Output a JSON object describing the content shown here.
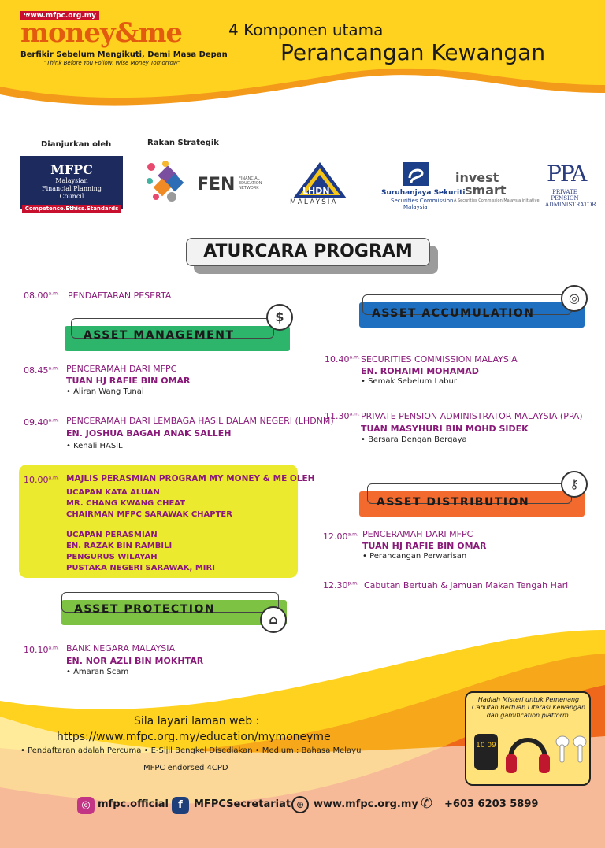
{
  "header": {
    "logo_url": "www.mfpc.org.my",
    "logo_name": "money&me",
    "logo_prefix": "MY",
    "tagline": "Berfikir Sebelum Mengikuti, Demi Masa Depan",
    "tagline_en": "\"Think Before You Follow, Wise Money Tomorrow\"",
    "title_line1": "4 Komponen utama",
    "title_line2": "Perancangan Kewangan"
  },
  "partners": {
    "organized_by_label": "Dianjurkan oleh",
    "strategic_label": "Rakan Strategik",
    "mfpc": {
      "name": "MFPC",
      "full": "Malaysian Financial Planning Council",
      "motto": "Competence.Ethics.Standards"
    },
    "fen": {
      "name": "FEN",
      "sub": "FINANCIAL EDUCATION NETWORK"
    },
    "lhdn": {
      "name": "LHDN",
      "country": "MALAYSIA"
    },
    "sc": {
      "name": "Suruhanjaya Sekuriti",
      "en": "Securities Commission",
      "country": "Malaysia"
    },
    "invest": {
      "line1": "invest",
      "line2": "smart",
      "sub": "A Securities Commission Malaysia initiative"
    },
    "ppa": {
      "abbr": "PPA",
      "full": "PRIVATE PENSION ADMINISTRATOR"
    }
  },
  "program_title": "ATURCARA PROGRAM",
  "sections": {
    "management": "ASSET MANAGEMENT",
    "accumulation": "ASSET ACCUMULATION",
    "distribution": "ASSET DISTRIBUTION",
    "protection": "ASSET PROTECTION"
  },
  "left": {
    "r1": {
      "time": "08.00",
      "ampm": "a.m.",
      "act": "PENDAFTARAN PESERTA"
    },
    "r2": {
      "time": "08.45",
      "ampm": "a.m.",
      "act": "PENCERAMAH DARI MFPC",
      "spk": "TUAN HJ RAFIE BIN OMAR",
      "bul": "• Aliran Wang Tunai"
    },
    "r3": {
      "time": "09.40",
      "ampm": "a.m.",
      "act": "PENCERAMAH DARI LEMBAGA HASIL DALAM NEGERI (LHDNM)",
      "spk": "EN. JOSHUA BAGAH ANAK SALLEH",
      "bul": "• Kenali HASiL"
    },
    "r4": {
      "time": "10.00",
      "ampm": "a.m.",
      "act": "MAJLIS PERASMIAN PROGRAM MY MONEY & ME OLEH",
      "l1": "UCAPAN KATA ALUAN",
      "l2": "MR. CHANG KWANG CHEAT",
      "l3": "CHAIRMAN MFPC SARAWAK CHAPTER",
      "l4": "UCAPAN PERASMIAN",
      "l5": "EN. RAZAK BIN RAMBILI",
      "l6": "PENGURUS WILAYAH",
      "l7": "PUSTAKA NEGERI SARAWAK, MIRI"
    },
    "r5": {
      "time": "10.10",
      "ampm": "a.m.",
      "act": "BANK NEGARA MALAYSIA",
      "spk": "EN. NOR AZLI BIN MOKHTAR",
      "bul": "• Amaran Scam"
    }
  },
  "right": {
    "r1": {
      "time": "10.40",
      "ampm": "a.m.",
      "act": "SECURITIES COMMISSION MALAYSIA",
      "spk": "EN. ROHAIMI MOHAMAD",
      "bul": "• Semak Sebelum Labur"
    },
    "r2": {
      "time": "11.30",
      "ampm": "a.m.",
      "act": "PRIVATE PENSION ADMINISTRATOR MALAYSIA (PPA)",
      "spk": "TUAN MASYHURI BIN MOHD SIDEK",
      "bul": "• Bersara Dengan Bergaya"
    },
    "r3": {
      "time": "12.00",
      "ampm": "a.m.",
      "act": "PENCERAMAH DARI MFPC",
      "spk": "TUAN HJ RAFIE BIN OMAR",
      "bul": "• Perancangan Perwarisan"
    },
    "r4": {
      "time": "12.30",
      "ampm": "p.m.",
      "act": "Cabutan Bertuah & Jamuan Makan Tengah Hari"
    }
  },
  "footer": {
    "visit": "Sila layari laman web :",
    "url": "https://www.mfpc.org.my/education/mymoneyme",
    "notes": "• Pendaftaran adalah Percuma  • E-Sijil Bengkel Disediakan  • Medium : Bahasa Melayu",
    "cpd": "MFPC endorsed 4CPD",
    "prize": "Hadiah Misteri untuk Pemenang Cabutan Bertuah Literasi Kewangan dan gamification platform.",
    "watch_time": "10 09",
    "instagram": "mfpc.official",
    "facebook": "MFPCSecretariat",
    "website": "www.mfpc.org.my",
    "phone": "+603 6203 5899"
  },
  "colors": {
    "header_yellow": "#ffd21f",
    "header_orange": "#f39a1a",
    "green": "#2db56b",
    "blue": "#1e6fbf",
    "orange": "#f26a2e",
    "lime": "#7dc242",
    "purple_text": "#8a1a7a"
  }
}
